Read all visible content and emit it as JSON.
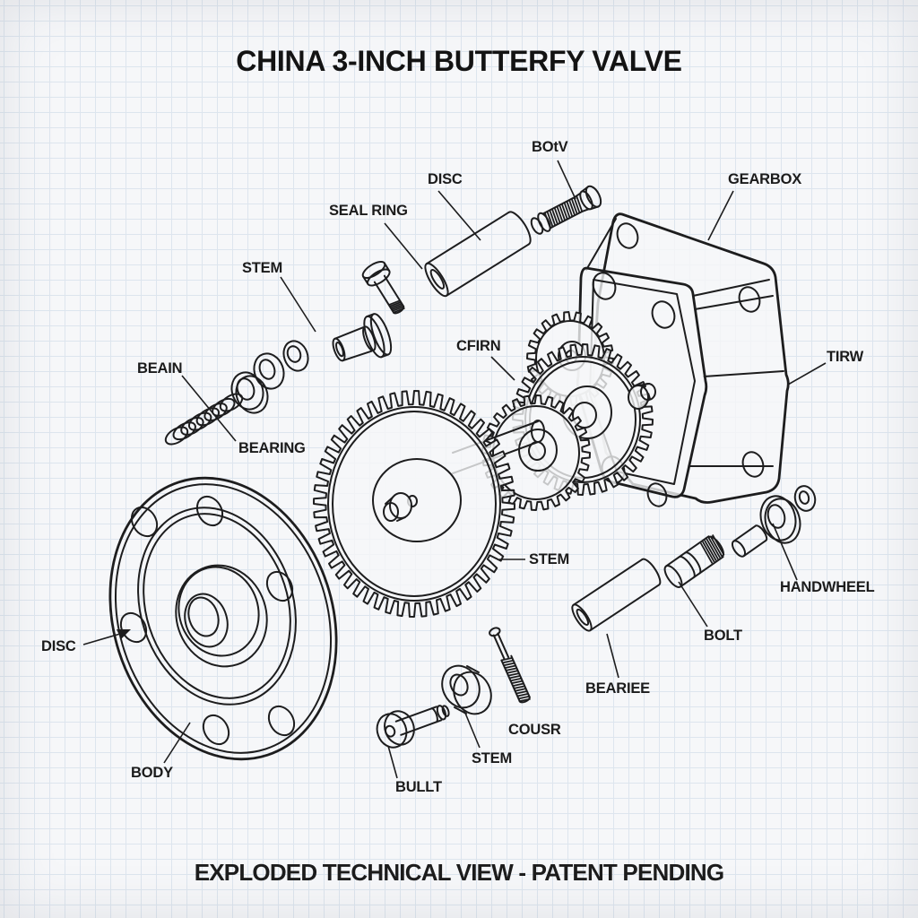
{
  "title": "CHINA 3-INCH BUTTERFY VALVE",
  "caption": "EXPLODED TECHNICAL VIEW - PATENT PENDING",
  "colors": {
    "ink": "#1d1d1e",
    "grid": "#dde5ee",
    "paper": "#f6f7f9"
  },
  "labels": [
    {
      "id": "bolv",
      "text": "BOtV"
    },
    {
      "id": "disc-top",
      "text": "DISC"
    },
    {
      "id": "gearbox",
      "text": "GEARBOX"
    },
    {
      "id": "seal-ring",
      "text": "SEAL RING"
    },
    {
      "id": "stem-upper",
      "text": "STEM"
    },
    {
      "id": "beain",
      "text": "BEAIN"
    },
    {
      "id": "bearing",
      "text": "BEARING"
    },
    {
      "id": "cfirn",
      "text": "CFIRN"
    },
    {
      "id": "tirw",
      "text": "TIRW"
    },
    {
      "id": "stem-mid",
      "text": "STEM"
    },
    {
      "id": "handwheel",
      "text": "HANDWHEEL"
    },
    {
      "id": "bolt",
      "text": "BOLT"
    },
    {
      "id": "beariee",
      "text": "BEARIEE"
    },
    {
      "id": "cousr",
      "text": "COUSR"
    },
    {
      "id": "stem-lower",
      "text": "STEM"
    },
    {
      "id": "bullt",
      "text": "BULLT"
    },
    {
      "id": "disc-left",
      "text": "DISC"
    },
    {
      "id": "body",
      "text": "BODY"
    }
  ]
}
